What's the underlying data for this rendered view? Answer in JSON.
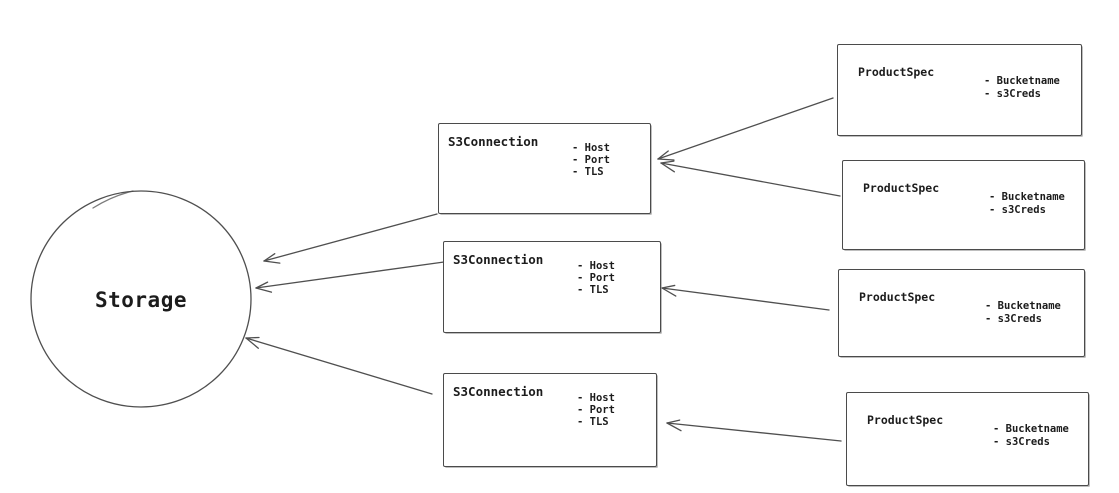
{
  "diagram": {
    "storage": {
      "label": "Storage",
      "shape": "circle"
    },
    "s3_connections": [
      {
        "label": "S3Connection",
        "attributes": [
          "- Host",
          "- Port",
          "- TLS"
        ]
      },
      {
        "label": "S3Connection",
        "attributes": [
          "- Host",
          "- Port",
          "- TLS"
        ]
      },
      {
        "label": "S3Connection",
        "attributes": [
          "- Host",
          "- Port",
          "- TLS"
        ]
      }
    ],
    "product_specs": [
      {
        "label": "ProductSpec",
        "attributes": [
          "- Bucketname",
          "- s3Creds"
        ]
      },
      {
        "label": "ProductSpec",
        "attributes": [
          "- Bucketname",
          "- s3Creds"
        ]
      },
      {
        "label": "ProductSpec",
        "attributes": [
          "- Bucketname",
          "- s3Creds"
        ]
      },
      {
        "label": "ProductSpec",
        "attributes": [
          "- Bucketname",
          "- s3Creds"
        ]
      }
    ],
    "edges": [
      {
        "from": "product_spec_1",
        "to": "s3_connection_1"
      },
      {
        "from": "product_spec_2",
        "to": "s3_connection_1"
      },
      {
        "from": "product_spec_3",
        "to": "s3_connection_2"
      },
      {
        "from": "product_spec_4",
        "to": "s3_connection_3"
      },
      {
        "from": "s3_connection_1",
        "to": "storage"
      },
      {
        "from": "s3_connection_2",
        "to": "storage"
      },
      {
        "from": "s3_connection_3",
        "to": "storage"
      }
    ],
    "colors": {
      "stroke": "#4f4f4f",
      "text": "#1c1c1c",
      "background": "#ffffff"
    }
  }
}
